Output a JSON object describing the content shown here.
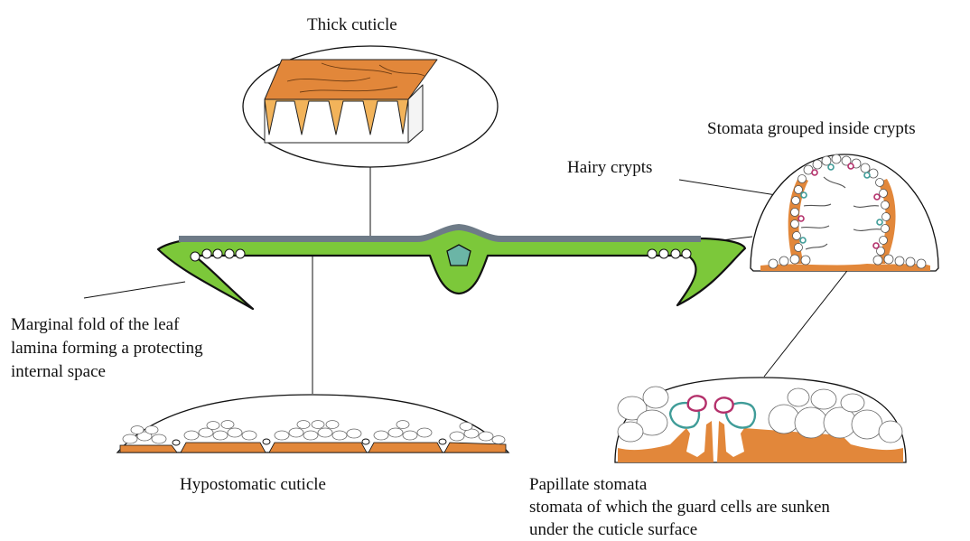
{
  "labels": {
    "thick_cuticle": "Thick cuticle",
    "stomata_grouped": "Stomata grouped inside crypts",
    "hairy_crypts": "Hairy crypts",
    "marginal_fold": [
      "Marginal fold of the leaf",
      "lamina forming a protecting",
      "internal space"
    ],
    "hypostomatic": "Hypostomatic cuticle",
    "papillate": [
      "Papillate stomata",
      "stomata of which the guard cells are sunken",
      "under the cuticle surface"
    ]
  },
  "colors": {
    "leaf_green": "#7cc83a",
    "cuticle_grey": "#6e7b87",
    "vascular_teal": "#6bb5a6",
    "cuticle_orange": "#e2873a",
    "cuticle_orange_light": "#f2b35a",
    "guard_cell_teal": "#3f9c98",
    "guard_cell_magenta": "#b4306b",
    "outline": "#111111"
  },
  "icons": {
    "cuticle_block": "textured-cuticle-block",
    "leaf_section": "leaf-cross-section",
    "crypt": "hairy-crypt-section",
    "stomata": "sunken-stomata-section",
    "hypostomatic": "hypostomatic-epidermis-section"
  }
}
